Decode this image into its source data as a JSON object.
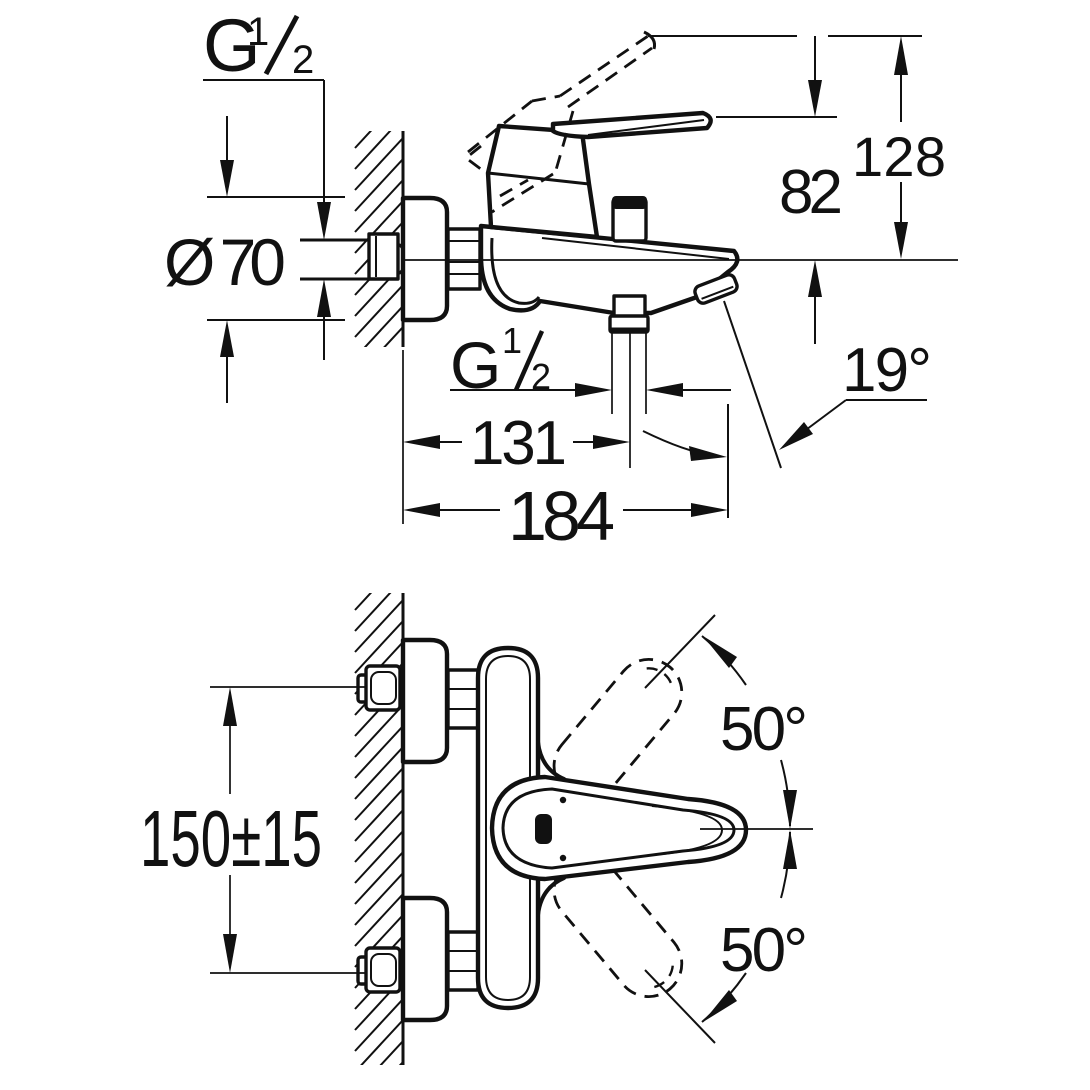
{
  "colors": {
    "ink": "#111111",
    "paper": "#ffffff"
  },
  "top_view": {
    "labels": {
      "wall_thread": {
        "base": "G",
        "numerator": "1",
        "denominator": "2"
      },
      "flange_diameter": "Ø 70",
      "open_height": "128",
      "lever_height": "82",
      "spout_angle": "19°",
      "shower_thread": {
        "base": "G",
        "numerator": "1",
        "denominator": "2"
      },
      "reach_to_shower_outlet": "131",
      "total_reach": "184"
    }
  },
  "front_view": {
    "labels": {
      "supply_center_spacing": "150±15",
      "lever_swing_upper": "50°",
      "lever_swing_lower": "50°"
    }
  }
}
